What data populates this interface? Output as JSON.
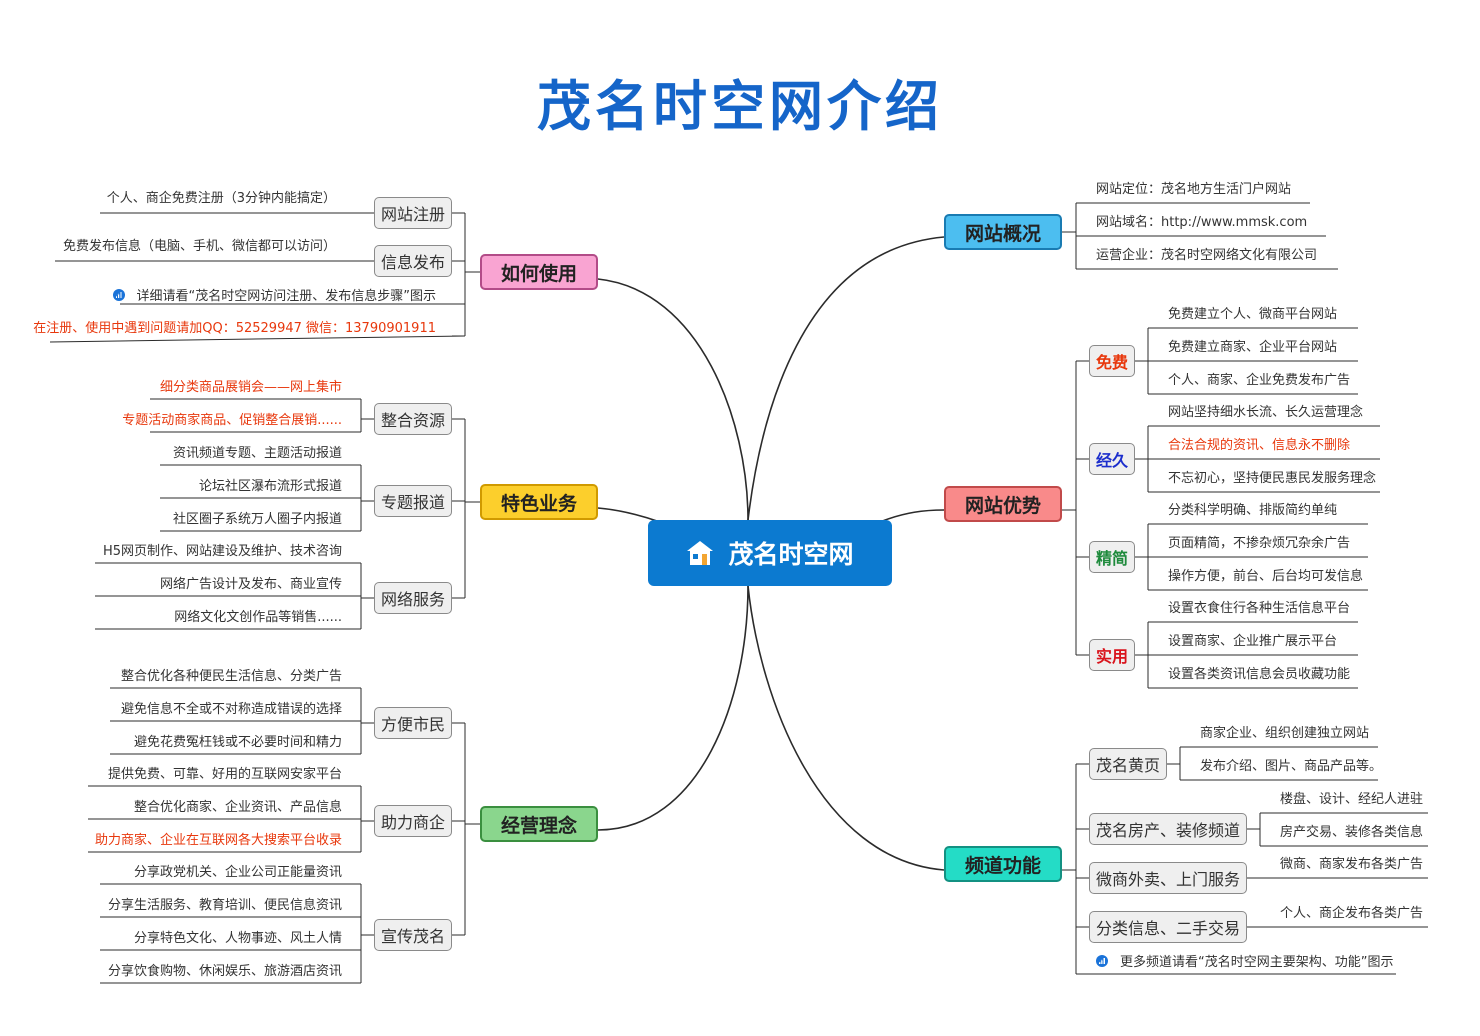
{
  "title": "茂名时空网介绍",
  "center": "茂名时空网",
  "colors": {
    "title": "#1565c9",
    "line": "#2b2b2b",
    "center_bg": "#0c7ad0",
    "red": "#e8380d",
    "note_icon": "#1a73d9",
    "usage_fill": "#f9a4d2",
    "usage_border": "#b24c88",
    "business_fill": "#fccf2c",
    "business_border": "#d09a00",
    "concept_fill": "#8ad68d",
    "concept_border": "#3a8f3f",
    "overview_fill": "#4cbef0",
    "overview_border": "#197bb2",
    "advantage_fill": "#f98a8a",
    "advantage_border": "#c14a4a",
    "channel_fill": "#24dcc6",
    "channel_border": "#139182"
  },
  "left": {
    "usage": {
      "label": "如何使用",
      "subs": [
        {
          "label": "网站注册",
          "leaves": [
            "个人、商企免费注册（3分钟内能搞定）"
          ]
        },
        {
          "label": "信息发布",
          "leaves": [
            "免费发布信息（电脑、手机、微信都可以访问）"
          ]
        }
      ],
      "notes": [
        "详细请看“茂名时空网访问注册、发布信息步骤”图示",
        "在注册、使用中遇到问题请加QQ：52529947  微信：13790901911"
      ]
    },
    "business": {
      "label": "特色业务",
      "subs": [
        {
          "label": "整合资源",
          "leaves": [
            "细分类商品展销会——网上集市",
            "专题活动商家商品、促销整合展销......"
          ]
        },
        {
          "label": "专题报道",
          "leaves": [
            "资讯频道专题、主题活动报道",
            "论坛社区瀑布流形式报道",
            "社区圈子系统万人圈子内报道"
          ]
        },
        {
          "label": "网络服务",
          "leaves": [
            "H5网页制作、网站建设及维护、技术咨询",
            "网络广告设计及发布、商业宣传",
            "网络文化文创作品等销售......"
          ]
        }
      ]
    },
    "concept": {
      "label": "经营理念",
      "subs": [
        {
          "label": "方便市民",
          "leaves": [
            "整合优化各种便民生活信息、分类广告",
            "避免信息不全或不对称造成错误的选择",
            "避免花费冤枉钱或不必要时间和精力"
          ]
        },
        {
          "label": "助力商企",
          "leaves": [
            "提供免费、可靠、好用的互联网安家平台",
            "整合优化商家、企业资讯、产品信息",
            "助力商家、企业在互联网各大搜索平台收录"
          ]
        },
        {
          "label": "宣传茂名",
          "leaves": [
            "分享政党机关、企业公司正能量资讯",
            "分享生活服务、教育培训、便民信息资讯",
            "分享特色文化、人物事迹、风土人情",
            "分享饮食购物、休闲娱乐、旅游酒店资讯"
          ]
        }
      ]
    }
  },
  "right": {
    "overview": {
      "label": "网站概况",
      "leaves": [
        "网站定位：茂名地方生活门户网站",
        "网站域名：http://www.mmsk.com",
        "运营企业：茂名时空网络文化有限公司"
      ]
    },
    "advantage": {
      "label": "网站优势",
      "subs": [
        {
          "label": "免费",
          "leaves": [
            "免费建立个人、微商平台网站",
            "免费建立商家、企业平台网站",
            "个人、商家、企业免费发布广告"
          ]
        },
        {
          "label": "经久",
          "leaves": [
            "网站坚持细水长流、长久运营理念",
            "合法合规的资讯、信息永不删除",
            "不忘初心，坚持便民惠民发服务理念"
          ]
        },
        {
          "label": "精简",
          "leaves": [
            "分类科学明确、排版简约单纯",
            "页面精简，不掺杂烦冗杂余广告",
            "操作方便，前台、后台均可发信息"
          ]
        },
        {
          "label": "实用",
          "leaves": [
            "设置衣食住行各种生活信息平台",
            "设置商家、企业推广展示平台",
            "设置各类资讯信息会员收藏功能"
          ]
        }
      ]
    },
    "channel": {
      "label": "频道功能",
      "subs": [
        {
          "label": "茂名黄页",
          "leaves": [
            "商家企业、组织创建独立网站",
            "发布介绍、图片、商品产品等。"
          ]
        },
        {
          "label": "茂名房产、装修频道",
          "leaves": [
            "楼盘、设计、经纪人进驻",
            "房产交易、装修各类信息"
          ]
        },
        {
          "label": "微商外卖、上门服务",
          "leaves": [
            "微商、商家发布各类广告"
          ]
        },
        {
          "label": "分类信息、二手交易",
          "leaves": [
            "个人、商企发布各类广告"
          ]
        }
      ],
      "note": "更多频道请看“茂名时空网主要架构、功能”图示"
    }
  }
}
